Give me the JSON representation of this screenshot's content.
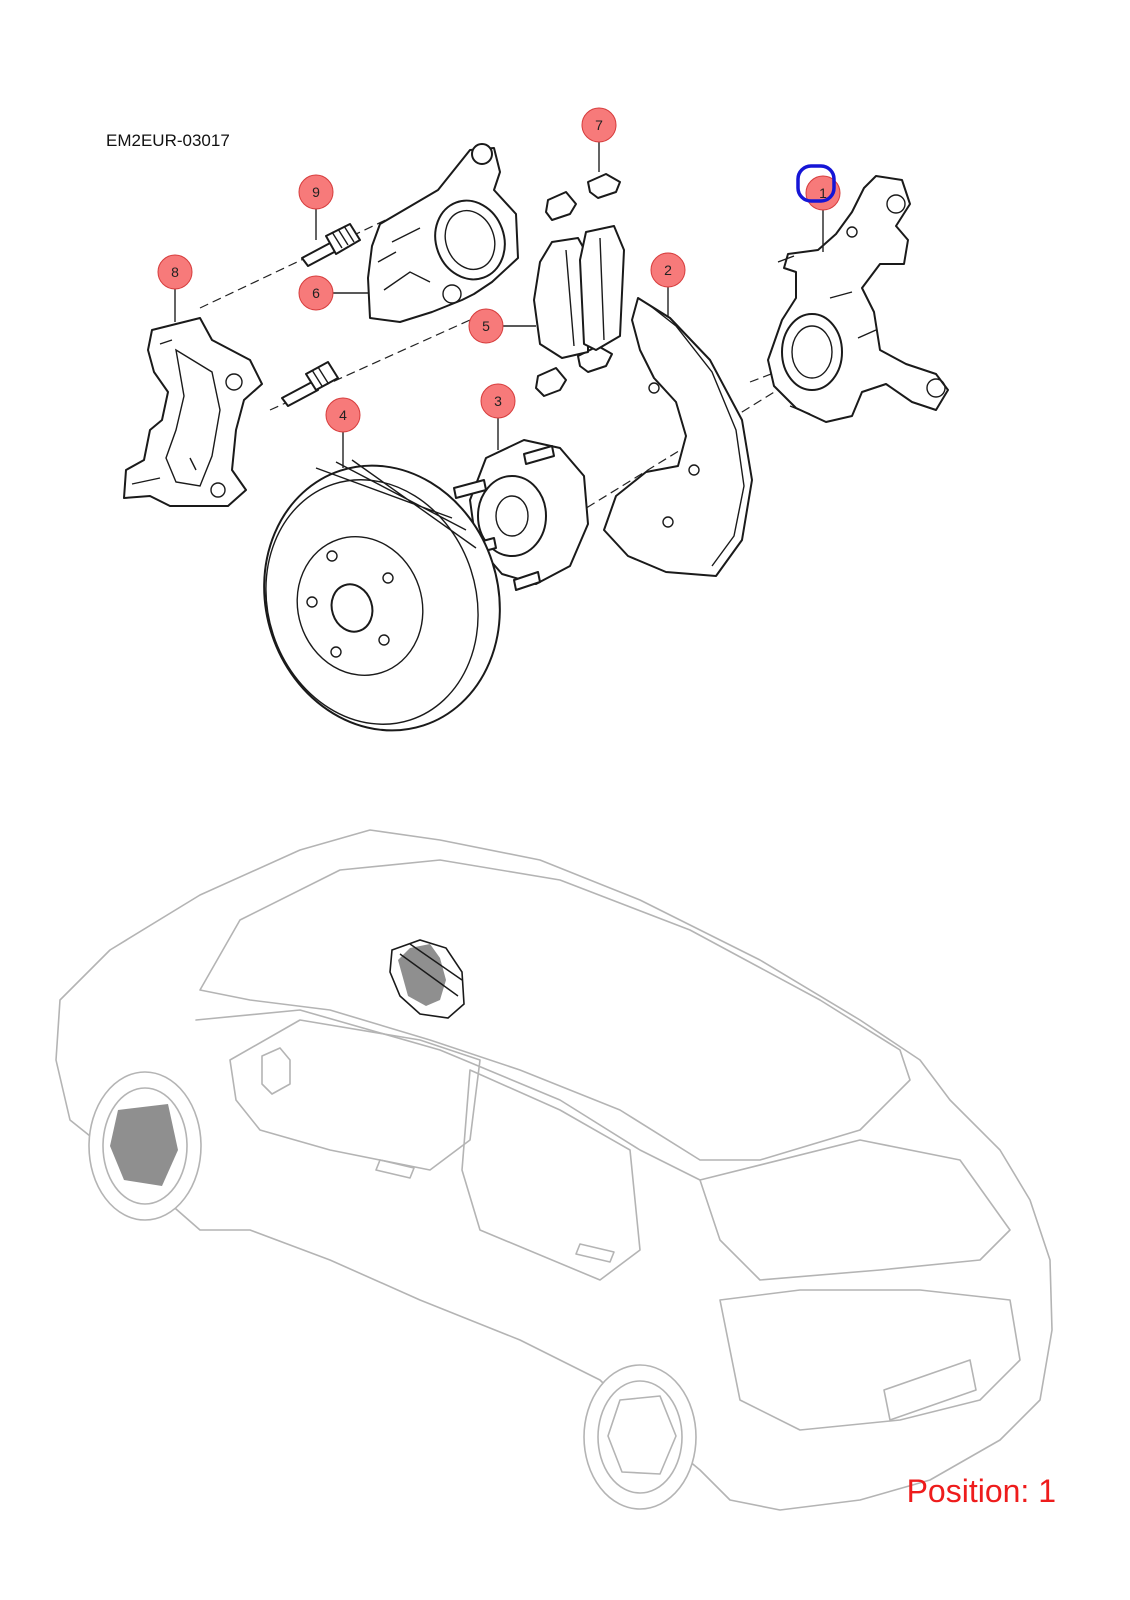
{
  "diagram": {
    "code": "EM2EUR-03017",
    "position_label": "Position: 1",
    "selected_callout": "1",
    "colors": {
      "callout_fill": "#f77a7a",
      "callout_stroke": "#d63c3c",
      "selection_ring": "#1515d6",
      "position_text": "#ee1c1c",
      "car_outline": "#b4b4b4"
    },
    "callouts": [
      {
        "id": "1",
        "label": "1",
        "part": "steering-knuckle"
      },
      {
        "id": "2",
        "label": "2",
        "part": "brake-dust-shield"
      },
      {
        "id": "3",
        "label": "3",
        "part": "wheel-hub-bearing"
      },
      {
        "id": "4",
        "label": "4",
        "part": "brake-disc"
      },
      {
        "id": "5",
        "label": "5",
        "part": "brake-pads"
      },
      {
        "id": "6",
        "label": "6",
        "part": "brake-caliper"
      },
      {
        "id": "7",
        "label": "7",
        "part": "pad-clips"
      },
      {
        "id": "8",
        "label": "8",
        "part": "caliper-carrier"
      },
      {
        "id": "9",
        "label": "9",
        "part": "guide-pin-bolt"
      }
    ]
  }
}
